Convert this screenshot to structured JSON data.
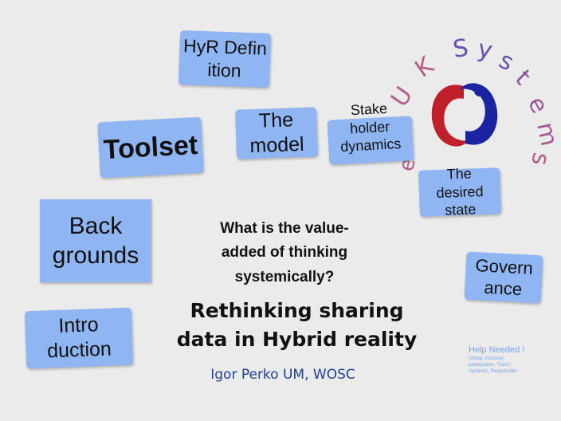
{
  "cards": {
    "hyr_definition": [
      "HyR Defin",
      "ition"
    ],
    "the_model": [
      "The",
      "model"
    ],
    "stakeholder_dynamics": [
      "Stake",
      "holder",
      "dynamics"
    ],
    "toolset": "Toolset",
    "desired_state": [
      "The",
      "desired",
      "state"
    ],
    "backgrounds": [
      "Back",
      "grounds"
    ],
    "governance": [
      "Govern",
      "ance"
    ],
    "introduction": [
      "Intro",
      "duction"
    ]
  },
  "question": [
    "What is the value-",
    "added of thinking",
    "systemically?"
  ],
  "title": [
    "Rethinking sharing",
    "data in Hybrid reality"
  ],
  "author": "Igor Perko  UM, WOSC",
  "help": {
    "heading": "Help Needed !",
    "detail": [
      "Global, inclusive,",
      "participative, Trans*,",
      "Systemic, Responsible"
    ]
  },
  "logo": {
    "text_letters": [
      "U",
      "K",
      "S",
      "y",
      "s",
      "t",
      "e",
      "m",
      "s"
    ],
    "partial_letters": [
      "e",
      "e"
    ],
    "colors": {
      "red": "#c0202a",
      "blue": "#1a23a0",
      "pink": "#b45f8a",
      "purple": "#6a4fb0"
    }
  }
}
